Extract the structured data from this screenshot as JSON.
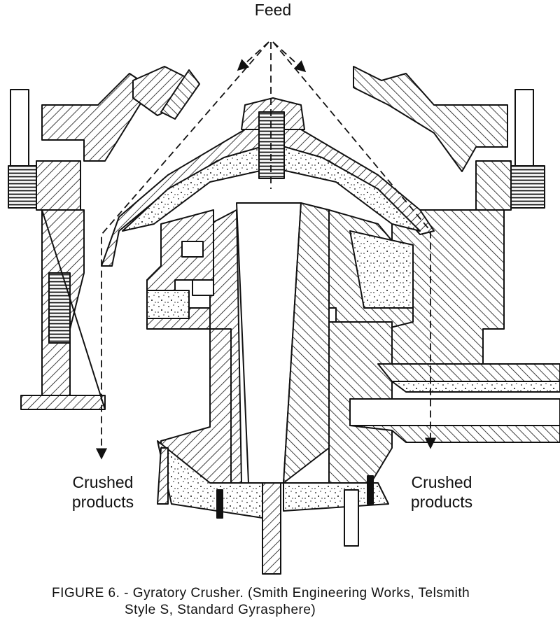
{
  "labels": {
    "feed": "Feed",
    "crushed_left_1": "Crushed",
    "crushed_left_2": "products",
    "crushed_right_1": "Crushed",
    "crushed_right_2": "products"
  },
  "caption": {
    "line1": "FIGURE 6. - Gyratory Crusher. (Smith Engineering Works, Telsmith",
    "line2": "Style S, Standard Gyrasphere)"
  },
  "colors": {
    "ink": "#111111",
    "paper": "#ffffff"
  }
}
